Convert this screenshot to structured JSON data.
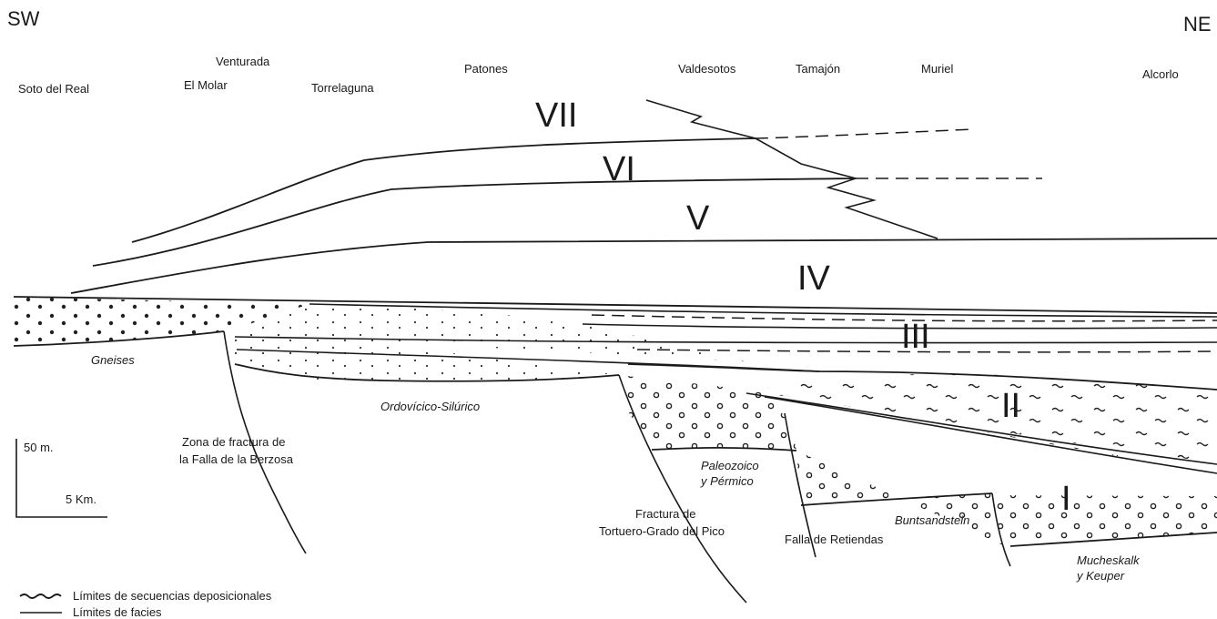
{
  "directions": {
    "sw": "SW",
    "ne": "NE"
  },
  "places": {
    "soto_del_real": "Soto del Real",
    "venturada": "Venturada",
    "el_molar": "El Molar",
    "torrelaguna": "Torrelaguna",
    "patones": "Patones",
    "valdesotos": "Valdesotos",
    "tamajon": "Tamajón",
    "muriel": "Muriel",
    "alcorlo": "Alcorlo"
  },
  "sequences": {
    "vii": "VII",
    "vi": "VI",
    "v": "V",
    "iv": "IV",
    "iii": "III",
    "ii": "II",
    "i": "I"
  },
  "units": {
    "gneises": "Gneises",
    "ordovicico_silurico": "Ordovícico-Silúrico",
    "paleozoico_1": "Paleozoico",
    "paleozoico_2": "y Pérmico",
    "buntsandstein": "Buntsandstein",
    "mucheskalk_1": "Mucheskalk",
    "mucheskalk_2": "y Keuper"
  },
  "faults": {
    "berzosa_1": "Zona de fractura de",
    "berzosa_2": "la Falla de la Berzosa",
    "tortuero_1": "Fractura de",
    "tortuero_2": "Tortuero-Grado del Pico",
    "retiendas": "Falla de Retiendas"
  },
  "scale": {
    "vertical": "50 m.",
    "horizontal": "5 Km."
  },
  "legend": {
    "sequence_limits": "Límites de secuencias deposicionales",
    "facies_limits": "Límites de facies"
  }
}
